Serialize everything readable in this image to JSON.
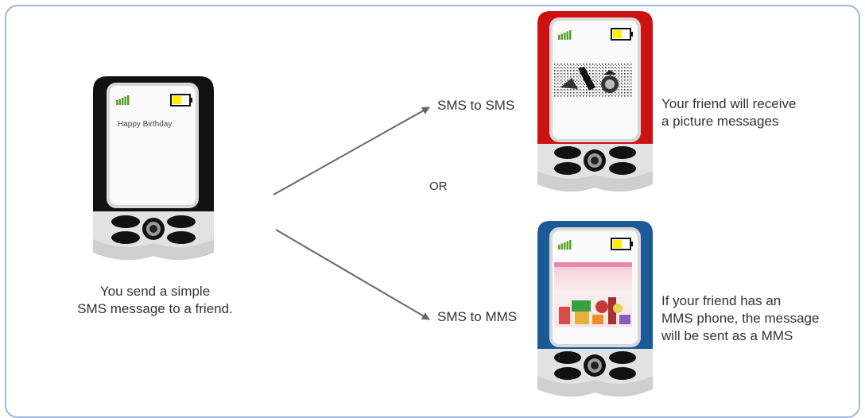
{
  "sender": {
    "screen_text": "Happy Birthday",
    "caption_lines": [
      "You send a simple",
      "SMS message to a friend."
    ],
    "body_color": "#111111"
  },
  "routes": {
    "sms_to_sms": "SMS  to  SMS",
    "or_label": "OR",
    "sms_to_mms": "SMS  to MMS"
  },
  "receiver_sms": {
    "body_color": "#cc1111",
    "description_lines": [
      "Your friend will receive",
      "a picture messages"
    ]
  },
  "receiver_mms": {
    "body_color": "#1a5a96",
    "description_lines": [
      "If your friend has an",
      "MMS phone, the message",
      "will be sent as a MMS"
    ]
  },
  "colors": {
    "frame_border": "#9fb7da",
    "signal": "#5aa02c",
    "battery": "#ffee00",
    "arrow": "#666666"
  }
}
